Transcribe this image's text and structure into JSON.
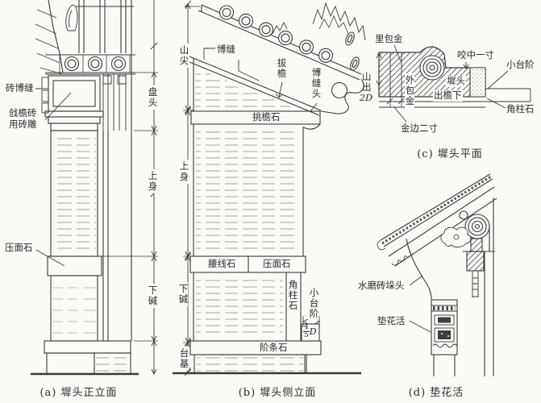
{
  "panels": {
    "a": {
      "caption": "(a) 墀头正立面",
      "labels": {
        "zhuan_bofeng": "砖博缝",
        "qiangyan1": "戗檐砖",
        "qiangyan2": "用砖雕",
        "yamianshi": "压面石",
        "pantou": "盘头",
        "shangshen": "上身",
        "xiajian": "下碱"
      }
    },
    "b": {
      "caption": "(b) 墀头侧立面",
      "labels": {
        "shanjian": "山尖",
        "bofeng": "博缝",
        "bayan": "拔檐",
        "bofengtou": "博缝头",
        "tiaoyanshi": "挑檐石",
        "shangshen": "上身",
        "yaoxianshi": "腰线石",
        "yamianshi": "压面石",
        "xiajian": "下碱",
        "jiaozhushi": "角柱石",
        "xiaotaijie": "小台阶",
        "frac_num": "4",
        "frac_den": "5",
        "frac_var": "D",
        "jietiaoshi": "阶条石",
        "taiji": "台基"
      }
    },
    "c": {
      "caption": "(c) 墀头平面",
      "labels": {
        "libaojin": "里包金",
        "yaozhong": "咬中一寸",
        "xiaotaijie": "小台阶",
        "shanchu": "山出",
        "shanchu_dim": "2D",
        "waibaojin": "外包金",
        "chitou": "墀头",
        "chuyanxia": "出檐下",
        "jinbian": "金边二寸",
        "jiaozhushi": "角柱石"
      }
    },
    "d": {
      "caption": "(d) 垫花活",
      "labels": {
        "shuimo": "水磨砖垛头",
        "dianhuahuo": "垫花活"
      }
    }
  },
  "colors": {
    "background": "#fbfaf7",
    "line": "#3a3a3a",
    "text": "#2b2b2b"
  }
}
